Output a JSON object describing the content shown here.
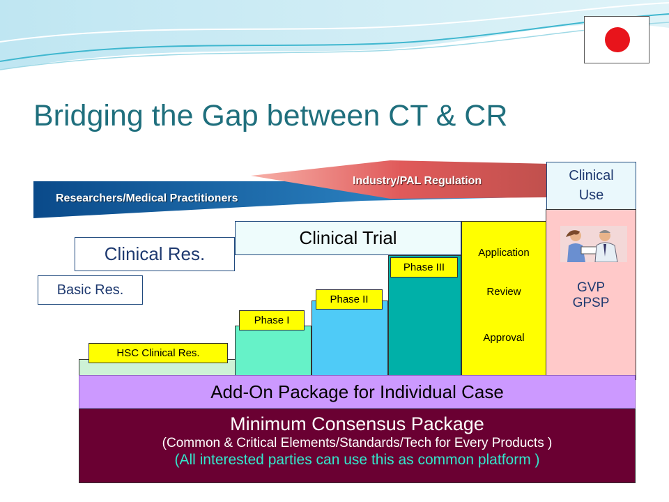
{
  "title": "Bridging the Gap between CT & CR",
  "banners": {
    "researchers": "Researchers/Medical Practitioners",
    "industry": "Industry/PAL Regulation"
  },
  "clinical_use": {
    "line1": "Clinical",
    "line2": "Use"
  },
  "stages": {
    "basic_res": "Basic Res.",
    "clinical_res": "Clinical Res.",
    "clinical_trial": "Clinical Trial"
  },
  "phases": {
    "hsc": "HSC Clinical Res.",
    "phase1": "Phase I",
    "phase2": "Phase II",
    "phase3": "Phase III"
  },
  "approval_steps": [
    "Application",
    "Review",
    "Approval"
  ],
  "post_market": {
    "line1": "GVP",
    "line2": "GPSP"
  },
  "add_on": "Add-On Package for Individual Case",
  "minimum": {
    "title": "Minimum Consensus Package",
    "line1": "(Common & Critical Elements/Standards/Tech for Every Products )",
    "line2": "(All interested parties can use this as common platform )"
  },
  "colors": {
    "title": "#1f6f7d",
    "minimum_bg": "#6a0032",
    "add_on_bg": "#cc99ff",
    "phase_label_bg": "#ffff00",
    "phase1_bg": "#66f2c8",
    "phase2_bg": "#4fcbf7",
    "phase3_bg": "#00b0a8",
    "post_market_bg": "#ffc9c9"
  },
  "icons": {
    "flag": "japan-flag-icon",
    "clinic_image": "doctor-patient-clipart-icon"
  }
}
